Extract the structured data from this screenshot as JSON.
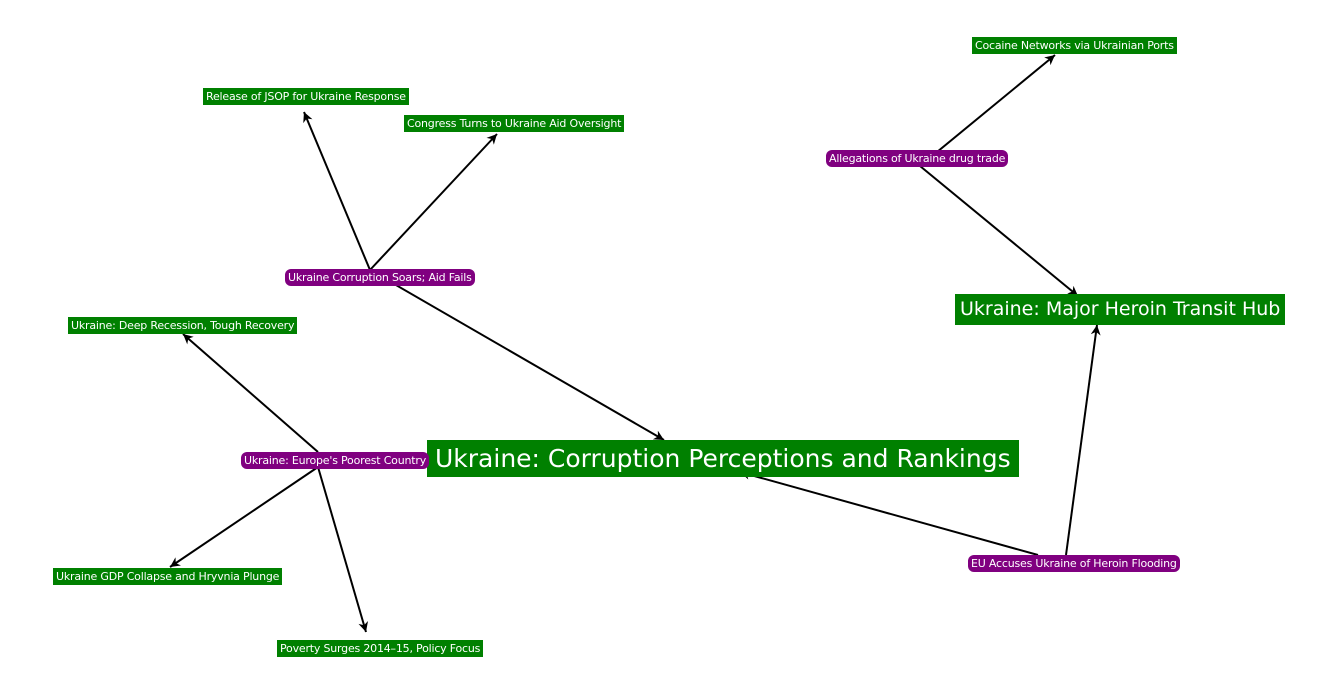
{
  "colors": {
    "topic": "#008000",
    "claim": "#800080",
    "edge": "#000000",
    "text": "#ffffff"
  },
  "nodes": {
    "central": {
      "label": "Ukraine: Corruption Perceptions and Rankings",
      "kind": "topic"
    },
    "heroin_hub": {
      "label": "Ukraine: Major Heroin Transit Hub",
      "kind": "topic"
    },
    "cocaine": {
      "label": "Cocaine Networks via Ukrainian Ports",
      "kind": "topic"
    },
    "drug_trade": {
      "label": "Allegations of Ukraine drug trade",
      "kind": "claim"
    },
    "eu_heroin": {
      "label": "EU Accuses Ukraine of Heroin Flooding",
      "kind": "claim"
    },
    "jsop": {
      "label": "Release of JSOP for Ukraine Response",
      "kind": "topic"
    },
    "congress": {
      "label": "Congress Turns to Ukraine Aid Oversight",
      "kind": "topic"
    },
    "corruption_soars": {
      "label": "Ukraine Corruption Soars; Aid Fails",
      "kind": "claim"
    },
    "recession": {
      "label": "Ukraine: Deep Recession, Tough Recovery",
      "kind": "topic"
    },
    "poorest": {
      "label": "Ukraine: Europe's Poorest Country",
      "kind": "claim"
    },
    "gdp": {
      "label": "Ukraine GDP Collapse and Hryvnia Plunge",
      "kind": "topic"
    },
    "poverty": {
      "label": "Poverty Surges 2014–15, Policy Focus",
      "kind": "topic"
    }
  },
  "edges": [
    {
      "from": "corruption_soars",
      "to": "jsop"
    },
    {
      "from": "corruption_soars",
      "to": "congress"
    },
    {
      "from": "corruption_soars",
      "to": "central"
    },
    {
      "from": "drug_trade",
      "to": "cocaine"
    },
    {
      "from": "drug_trade",
      "to": "heroin_hub"
    },
    {
      "from": "eu_heroin",
      "to": "heroin_hub"
    },
    {
      "from": "eu_heroin",
      "to": "central"
    },
    {
      "from": "poorest",
      "to": "recession"
    },
    {
      "from": "poorest",
      "to": "gdp"
    },
    {
      "from": "poorest",
      "to": "poverty"
    },
    {
      "from": "poorest",
      "to": "central"
    }
  ]
}
